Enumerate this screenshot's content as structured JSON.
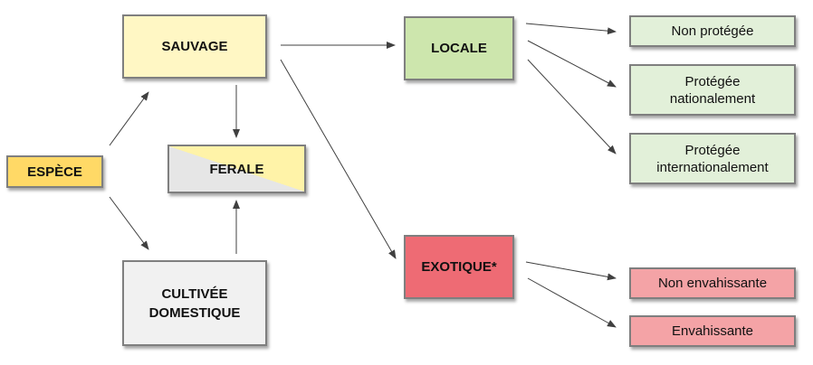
{
  "nodes": {
    "espece": "ESPÈCE",
    "sauvage": "SAUVAGE",
    "ferale": "FERALE",
    "cultivee": [
      "CULTIVÉE",
      "DOMESTIQUE"
    ],
    "locale": "LOCALE",
    "exotique": "EXOTIQUE*",
    "non_protegee": "Non protégée",
    "protegee_nationalement": [
      "Protégée",
      "nationalement"
    ],
    "protegee_internationalement": [
      "Protégée",
      "internationalement"
    ],
    "non_envahissante": "Non envahissante",
    "envahissante": "Envahissante"
  },
  "edges": [
    {
      "from": "espece",
      "to": "sauvage"
    },
    {
      "from": "espece",
      "to": "cultivee"
    },
    {
      "from": "sauvage",
      "to": "ferale"
    },
    {
      "from": "cultivee",
      "to": "ferale"
    },
    {
      "from": "sauvage",
      "to": "locale"
    },
    {
      "from": "sauvage",
      "to": "exotique"
    },
    {
      "from": "locale",
      "to": "non_protegee"
    },
    {
      "from": "locale",
      "to": "protegee_nationalement"
    },
    {
      "from": "locale",
      "to": "protegee_internationalement"
    },
    {
      "from": "exotique",
      "to": "non_envahissante"
    },
    {
      "from": "exotique",
      "to": "envahissante"
    }
  ],
  "colors": {
    "espece": "#ffd966",
    "sauvage": "#fff7c4",
    "ferale_top": "#fff3a8",
    "ferale_bottom": "#e6e6e6",
    "cultivee": "#f1f1f1",
    "locale": "#cde6ad",
    "exotique": "#ee6b74",
    "local_leaves": "#e2f0d9",
    "exotic_leaves": "#f4a3a6",
    "border": "#7f7f7f",
    "arrow": "#404040"
  }
}
